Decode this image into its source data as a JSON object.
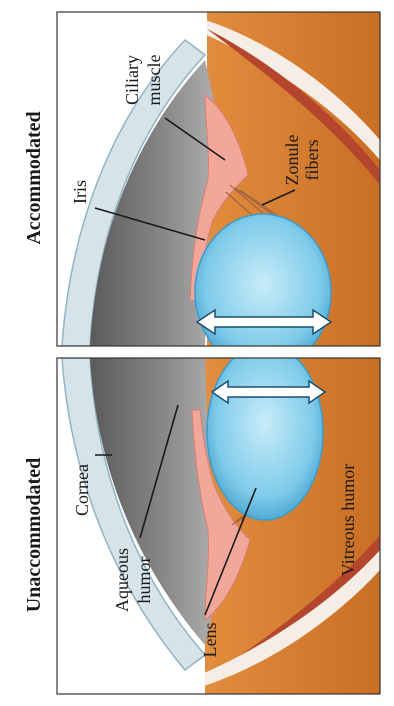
{
  "headers": {
    "top": "Accommodated",
    "bottom": "Unaccommodated"
  },
  "labels": {
    "ciliary_muscle_1": "Ciliary",
    "ciliary_muscle_2": "muscle",
    "iris": "Iris",
    "zonule_fibers_1": "Zonule",
    "zonule_fibers_2": "fibers",
    "cornea": "Cornea",
    "aqueous_humor_1": "Aqueous",
    "aqueous_humor_2": "humor",
    "lens": "Lens",
    "vitreous_humor": "Vitreous humor"
  },
  "colors": {
    "lens_fill": "#8fd3ee",
    "lens_edge": "#3a9ccc",
    "aqueous": "#7a7a7a",
    "vitreous": "#e08a3c",
    "cornea": "#d6e4ea",
    "ciliary": "#f2a79b"
  }
}
